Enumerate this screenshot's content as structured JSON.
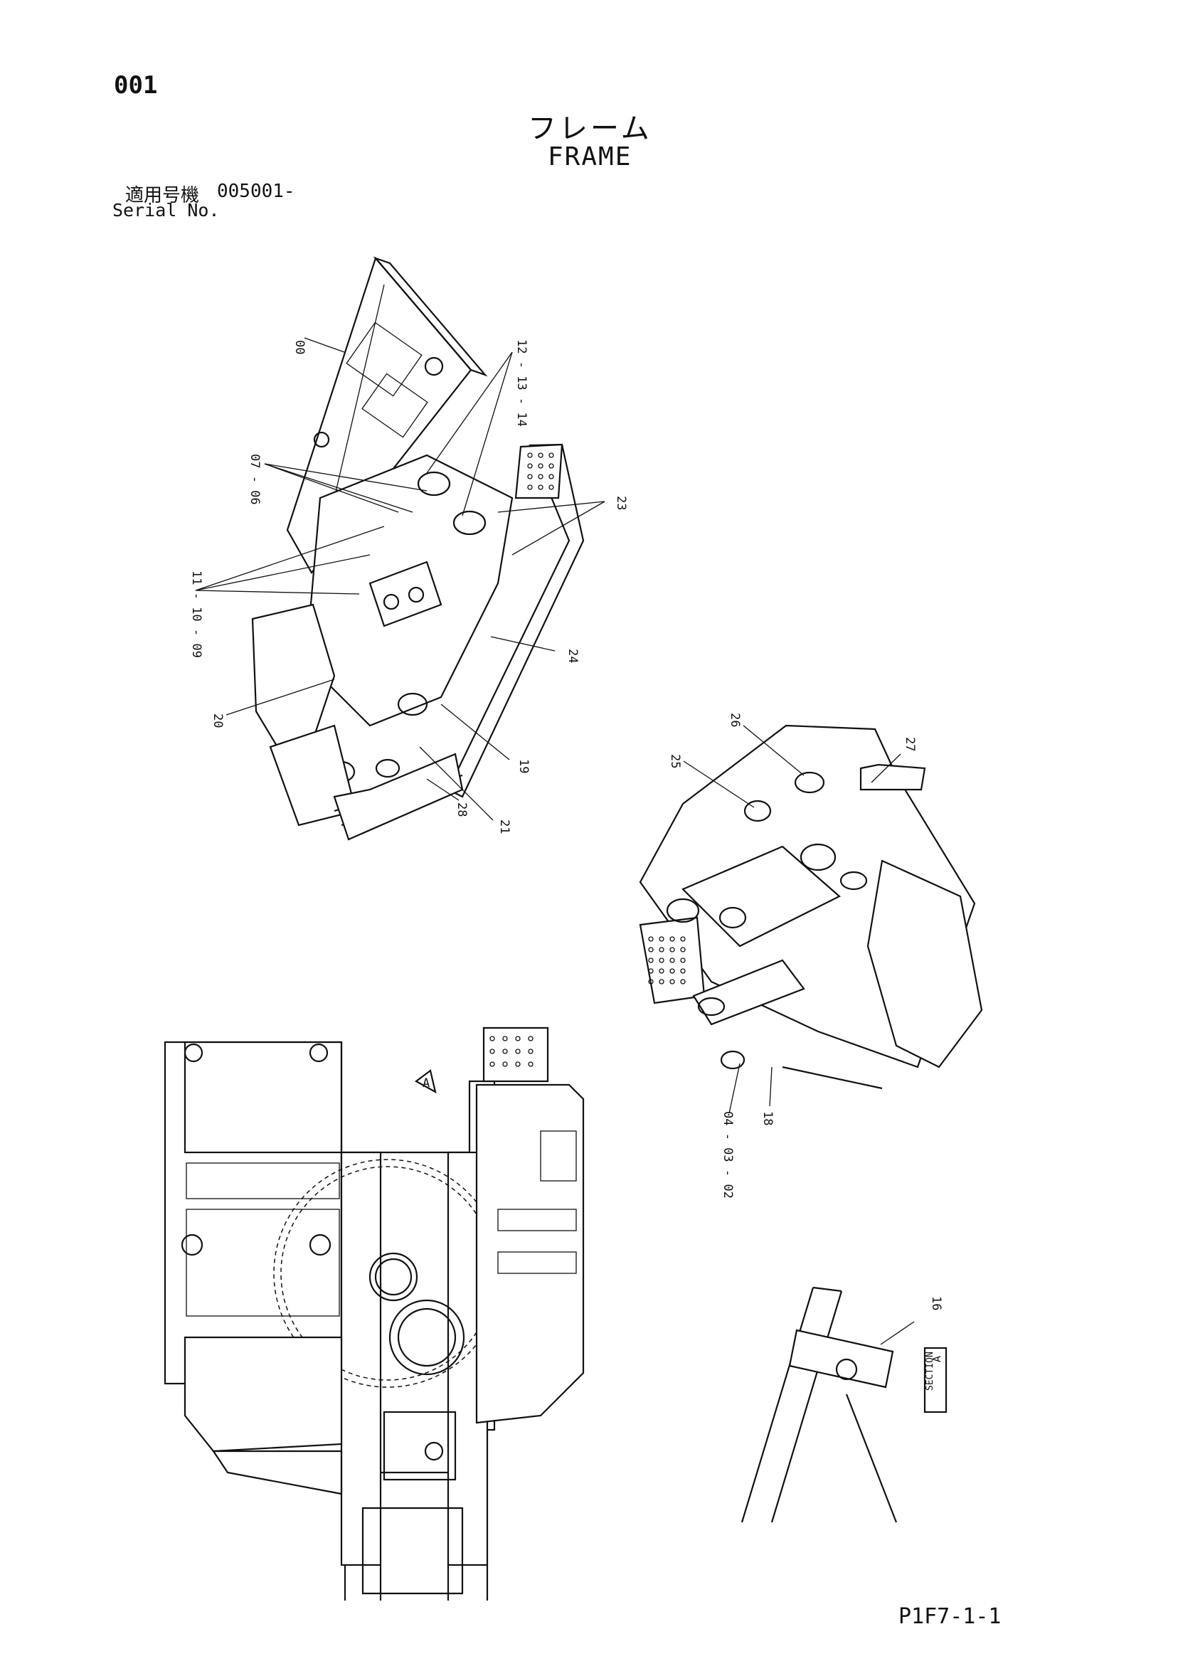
{
  "header": {
    "page_number": "001",
    "title_jp": "フレーム",
    "title_en": "FRAME",
    "serial_label_jp": "適用号機",
    "serial_number_from": "005001-",
    "serial_label_en": "Serial No."
  },
  "callouts": {
    "c00": "00",
    "c12_14": "12 - 13 - 14",
    "c07_06": "07 - 06",
    "c23": "23",
    "c11_09": "11 - 10 - 09",
    "c24": "24",
    "c20": "20",
    "c19": "19",
    "c28": "28",
    "c21": "21",
    "c26": "26",
    "c25": "25",
    "c27": "27",
    "c04_02": "04 - 03 - 02",
    "c18": "18",
    "c16": "16"
  },
  "view_marker": {
    "letter": "A"
  },
  "section": {
    "label": "SECTION",
    "letter": "A"
  },
  "footer": {
    "code": "P1F7-1-1"
  }
}
